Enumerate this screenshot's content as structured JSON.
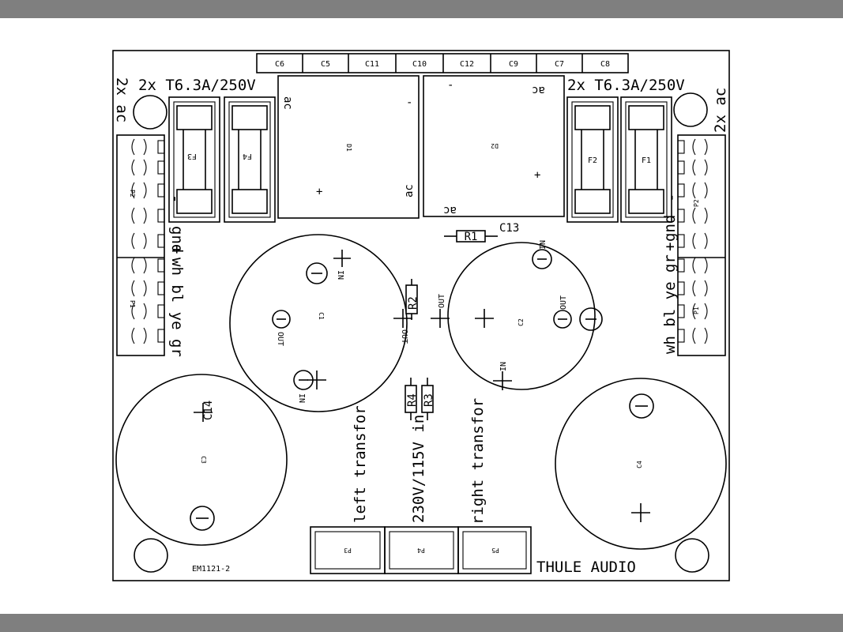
{
  "capacitors_top": [
    "C6",
    "C5",
    "C11",
    "C10",
    "C12",
    "C9",
    "C7",
    "C8"
  ],
  "fuse_rating_left": "2x T6.3A/250V",
  "fuse_rating_right": "2x T6.3A/250V",
  "ac_left": "2x ac",
  "ac_right": "2x ac",
  "fuses": {
    "f1": "F1",
    "f2": "F2",
    "f3": "F3",
    "f4": "F4"
  },
  "bridges": {
    "d1": "D1",
    "d2": "D2",
    "ac": "ac",
    "plus": "+",
    "minus": "-"
  },
  "resistors": {
    "r1": "R1",
    "r2": "R2",
    "r3": "R3",
    "r4": "R4"
  },
  "c13": "C13",
  "c14": "C14",
  "regulators": {
    "c1": "C1",
    "c2": "C2",
    "in": "IN",
    "out": "OUT"
  },
  "big_caps": {
    "c3": "C3",
    "c4": "C4"
  },
  "left_terminals": {
    "gnd": "gnd",
    "plus": "+",
    "wires": "wh bl ye gr",
    "j1": "P2",
    "j2": "P1"
  },
  "right_terminals": {
    "gnd": "gnd",
    "plus": "+",
    "wires": "wh bl ye gr",
    "j1": "P2",
    "j2": "P1"
  },
  "transformer_labels": {
    "left": "left transfor",
    "mains": "230V/115V in",
    "right": "right transfor"
  },
  "connectors": {
    "p3": "P3",
    "p4": "P4",
    "p5": "P5"
  },
  "brand": "THULE AUDIO",
  "board_id": "EM1121-2"
}
